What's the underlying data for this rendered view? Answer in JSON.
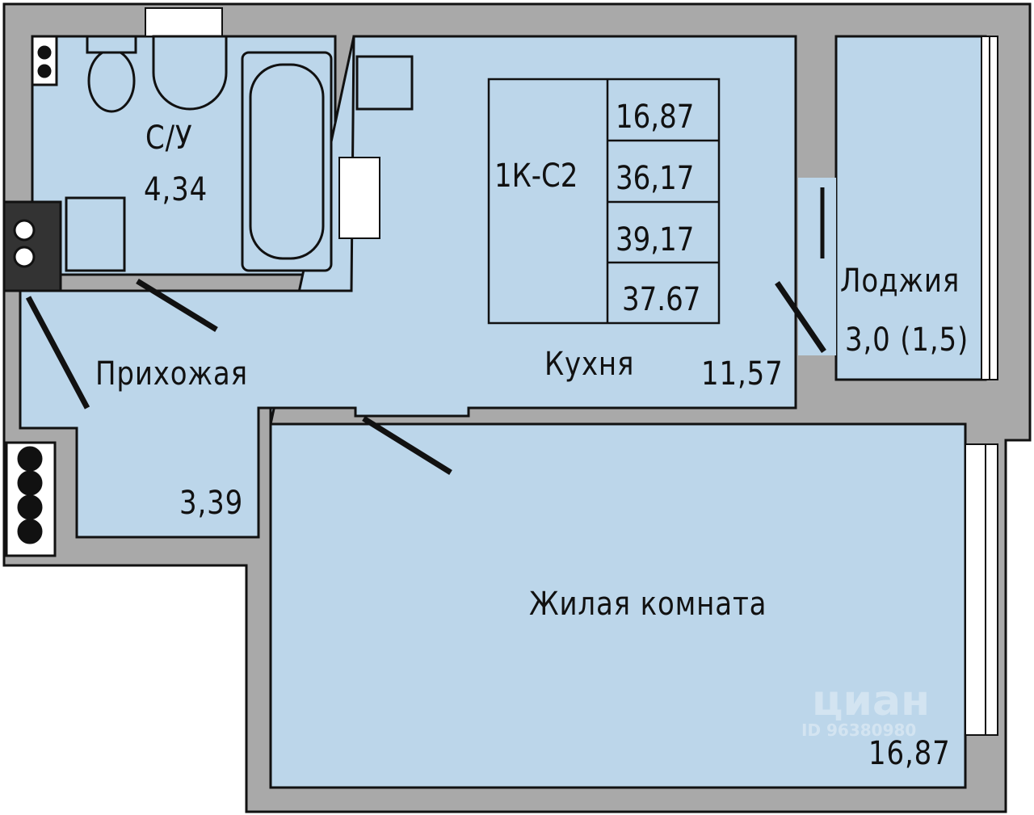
{
  "colors": {
    "floor": "#bcd6ea",
    "wall": "#a9a9a9",
    "outline": "#111111"
  },
  "apartment": {
    "type_code": "1К-С2",
    "areas": [
      "16,87",
      "36,17",
      "39,17",
      "37.67"
    ]
  },
  "rooms": {
    "bathroom": {
      "label": "С/У",
      "area": "4,34"
    },
    "hallway": {
      "label": "Прихожая",
      "area": "3,39"
    },
    "kitchen": {
      "label": "Кухня",
      "area": "11,57"
    },
    "loggia": {
      "label": "Лоджия",
      "area": "3,0 (1,5)"
    },
    "living_room": {
      "label": "Жилая комната",
      "area": "16,87"
    }
  },
  "watermark": {
    "brand": "циан",
    "id": "ID 96380980"
  }
}
